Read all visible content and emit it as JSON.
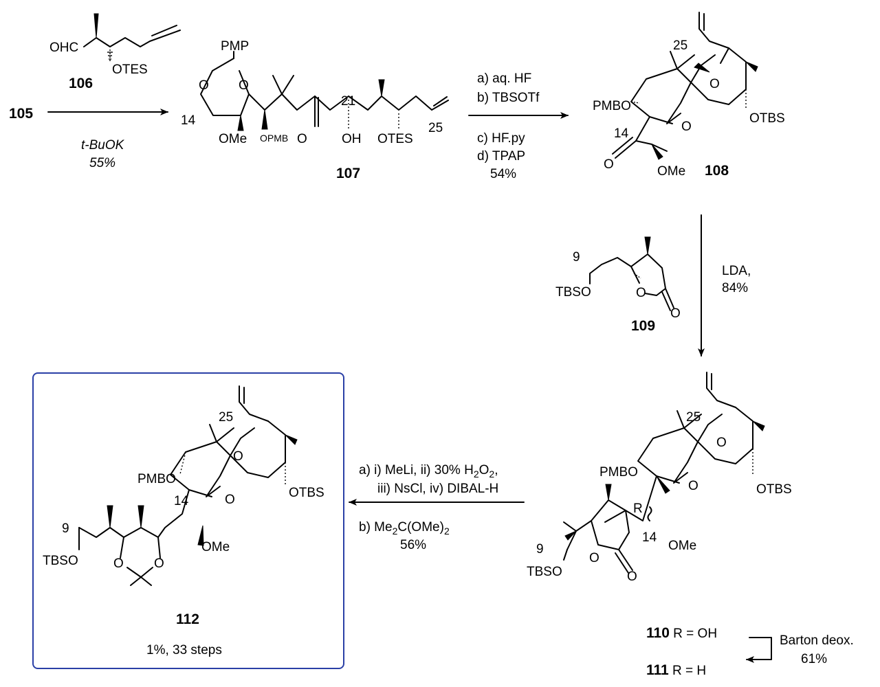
{
  "compounds": {
    "c105": {
      "label": "105"
    },
    "c106": {
      "label": "106",
      "cho": "OHC",
      "otes": "OTES"
    },
    "c107": {
      "label": "107",
      "pmp": "PMP",
      "n14": "14",
      "ome": "OMe",
      "opmb": "OPMB",
      "o": "O",
      "oh": "OH",
      "otes": "OTES",
      "n21": "21",
      "n25": "25"
    },
    "c108": {
      "label": "108",
      "n25": "25",
      "pmbo": "PMBO",
      "otbs": "OTBS",
      "n14": "14",
      "ome": "OMe"
    },
    "c109": {
      "label": "109",
      "n9": "9",
      "tbso": "TBSO"
    },
    "c110": {
      "n25": "25",
      "pmbo": "PMBO",
      "otbs": "OTBS",
      "r": "R",
      "n14": "14",
      "ome": "OMe",
      "n9": "9",
      "tbso": "TBSO"
    },
    "c112": {
      "label": "112",
      "n25": "25",
      "pmbo": "PMBO",
      "otbs": "OTBS",
      "n14": "14",
      "ome": "OMe",
      "n9": "9",
      "tbso": "TBSO",
      "summary": "1%, 33 steps"
    }
  },
  "ring_atom": "O",
  "arrow1": {
    "reagent": "t-BuOK",
    "yield": "55%"
  },
  "arrow2": {
    "a": "a) aq. HF",
    "b": "b) TBSOTf",
    "c": "c) HF.py",
    "d": "d) TPAP",
    "yield": "54%"
  },
  "arrow3": {
    "reagent": "LDA,",
    "yield": "84%"
  },
  "arrow4": {
    "a_line1": "a) i) MeLi, ii) 30% H",
    "a_sub1": "2",
    "a_mid": "O",
    "a_sub2": "2",
    "a_end": ",",
    "a_line2": "iii) NsCl, iv) DIBAL-H",
    "b_pre": "b) Me",
    "b_sub": "2",
    "b_post": "C(OMe)",
    "b_sub2": "2",
    "yield": "56%"
  },
  "products": {
    "p110_num": "110",
    "p110_text": " R = OH",
    "p111_num": "111",
    "p111_text": " R = H"
  },
  "arrow5": {
    "reagent": "Barton deox.",
    "yield": "61%"
  },
  "colors": {
    "highlight_box": "#2a3fa6"
  }
}
